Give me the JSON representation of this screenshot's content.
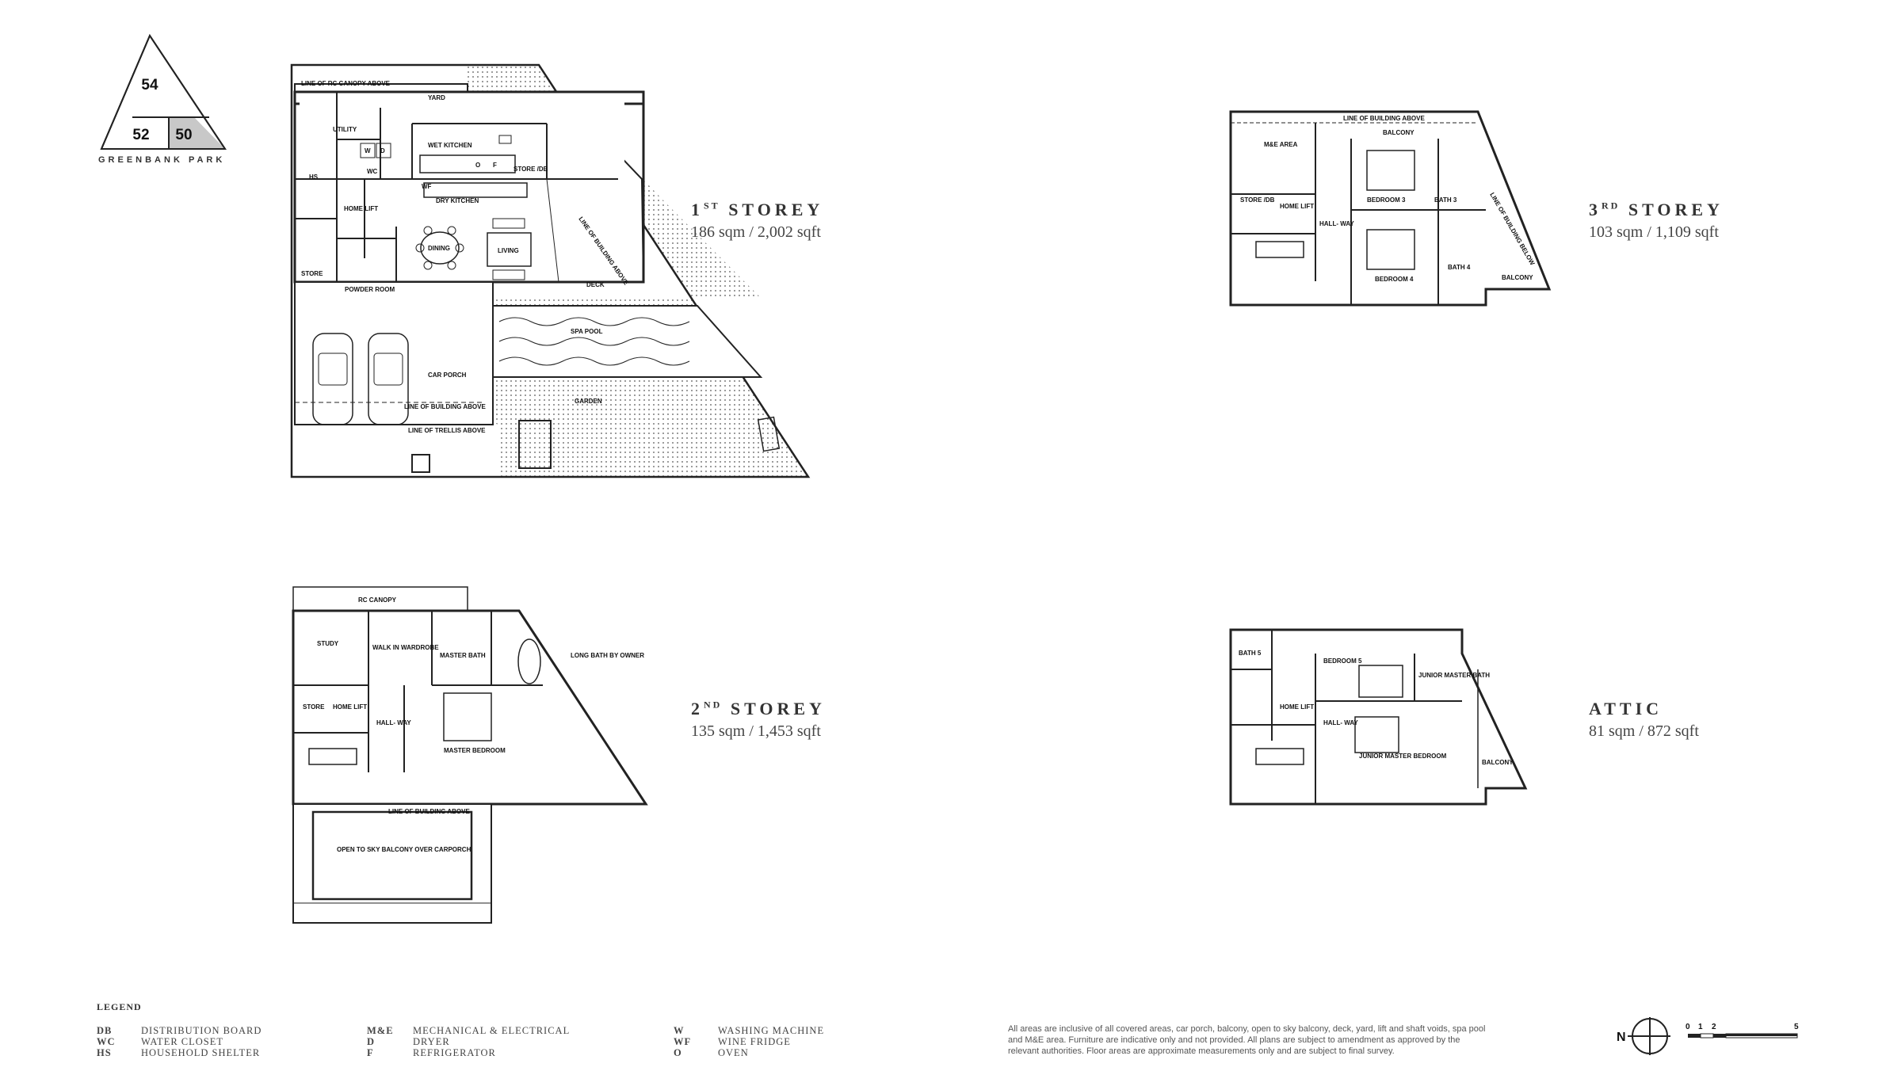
{
  "site_key": {
    "top_label": "54",
    "left_label": "52",
    "right_label": "50",
    "caption": "GREENBANK PARK"
  },
  "storeys": {
    "first": {
      "ordinal": "1",
      "suffix": "ST",
      "word": "STOREY",
      "area": "186 sqm / 2,002 sqft"
    },
    "second": {
      "ordinal": "2",
      "suffix": "ND",
      "word": "STOREY",
      "area": "135 sqm / 1,453 sqft"
    },
    "third": {
      "ordinal": "3",
      "suffix": "RD",
      "word": "STOREY",
      "area": "103 sqm / 1,109 sqft"
    },
    "attic": {
      "ordinal": "",
      "suffix": "",
      "word": "ATTIC",
      "area": "81 sqm / 872 sqft"
    }
  },
  "plan1_labels": {
    "canopy": "LINE OF RC CANOPY ABOVE",
    "yard": "YARD",
    "utility": "UTILITY",
    "w": "W",
    "d": "D",
    "wc": "WC",
    "wet_kitchen": "WET KITCHEN",
    "o": "O",
    "f": "F",
    "store_db": "STORE /DB",
    "wf": "WF",
    "dry_kitchen": "DRY KITCHEN",
    "hs": "HS",
    "home_lift": "HOME LIFT",
    "dining": "DINING",
    "living": "LIVING",
    "store": "STORE",
    "powder_room": "POWDER ROOM",
    "deck": "DECK",
    "building_above_diag": "LINE OF BUILDING ABOVE",
    "spa_pool": "SPA POOL",
    "car_porch": "CAR PORCH",
    "garden": "GARDEN",
    "building_above": "LINE OF BUILDING ABOVE",
    "trellis_above": "LINE OF TRELLIS ABOVE"
  },
  "plan2_labels": {
    "rc_canopy": "RC CANOPY",
    "study": "STUDY",
    "walk_in_wardrobe": "WALK IN WARDROBE",
    "master_bath": "MASTER BATH",
    "long_bath": "LONG BATH BY OWNER",
    "store": "STORE",
    "home_lift": "HOME LIFT",
    "hallway": "HALL- WAY",
    "master_bedroom": "MASTER BEDROOM",
    "building_above": "LINE OF BUILDING ABOVE",
    "open_to_sky": "OPEN TO SKY BALCONY OVER CARPORCH"
  },
  "plan3_labels": {
    "building_above": "LINE OF BUILDING ABOVE",
    "balcony": "BALCONY",
    "me_area": "M&E AREA",
    "bedroom3": "BEDROOM 3",
    "bath3": "BATH 3",
    "store_db": "STORE /DB",
    "home_lift": "HOME LIFT",
    "hallway": "HALL- WAY",
    "bedroom4": "BEDROOM 4",
    "bath4": "BATH 4",
    "building_below_diag": "LINE OF BUILDING BELOW",
    "balcony2": "BALCONY"
  },
  "plan4_labels": {
    "bath5": "BATH 5",
    "bedroom5": "BEDROOM 5",
    "junior_master_bath": "JUNIOR MASTER BATH",
    "home_lift": "HOME LIFT",
    "hallway": "HALL- WAY",
    "junior_master_bedroom": "JUNIOR MASTER BEDROOM",
    "balcony": "BALCONY"
  },
  "legend": {
    "title": "LEGEND",
    "col1": [
      {
        "code": "DB",
        "def": "DISTRIBUTION BOARD"
      },
      {
        "code": "WC",
        "def": "WATER CLOSET"
      },
      {
        "code": "HS",
        "def": "HOUSEHOLD SHELTER"
      }
    ],
    "col2": [
      {
        "code": "M&E",
        "def": "MECHANICAL & ELECTRICAL"
      },
      {
        "code": "D",
        "def": "DRYER"
      },
      {
        "code": "F",
        "def": "REFRIGERATOR"
      }
    ],
    "col3": [
      {
        "code": "W",
        "def": "WASHING MACHINE"
      },
      {
        "code": "WF",
        "def": "WINE FRIDGE"
      },
      {
        "code": "O",
        "def": "OVEN"
      }
    ]
  },
  "disclaimer": {
    "line1": "All areas are inclusive of all covered areas, car porch, balcony, open to sky balcony, deck, yard, lift and shaft voids, spa pool",
    "line2": "and M&E area. Furniture are indicative only and not provided. All plans are subject to amendment as approved by the",
    "line3": "relevant authorities. Floor areas are approximate measurements only and are subject to final survey."
  },
  "north": {
    "letter": "N"
  },
  "scale": {
    "t0": "0",
    "t1": "1",
    "t2": "2",
    "t5": "5"
  },
  "colors": {
    "line": "#222222",
    "shade": "#bdbdbd",
    "text": "#333333"
  }
}
